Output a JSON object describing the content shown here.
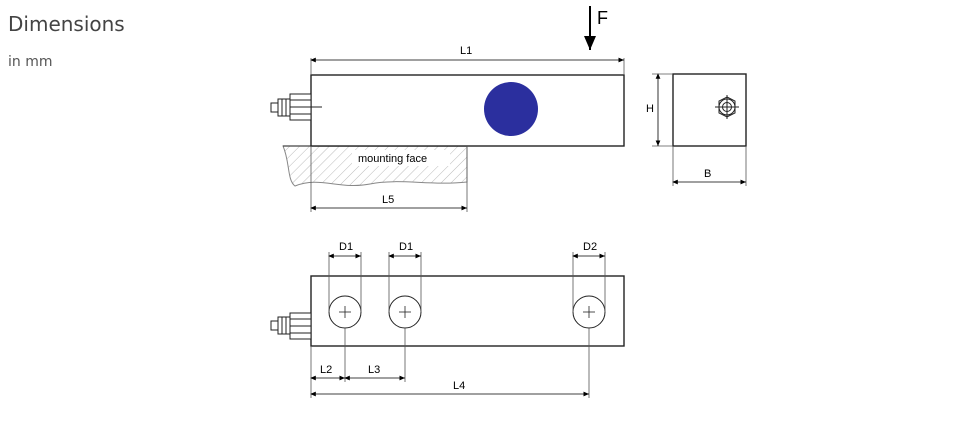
{
  "header": {
    "title": "Dimensions",
    "unit_note": "in mm"
  },
  "drawing": {
    "force_label": "F",
    "mounting_face_label": "mounting face",
    "dimensions": {
      "l1": "L1",
      "l2": "L2",
      "l3": "L3",
      "l4": "L4",
      "l5": "L5",
      "h": "H",
      "b": "B",
      "d1_a": "D1",
      "d1_b": "D1",
      "d2": "D2"
    },
    "marker_color": "#2b2f9e"
  }
}
